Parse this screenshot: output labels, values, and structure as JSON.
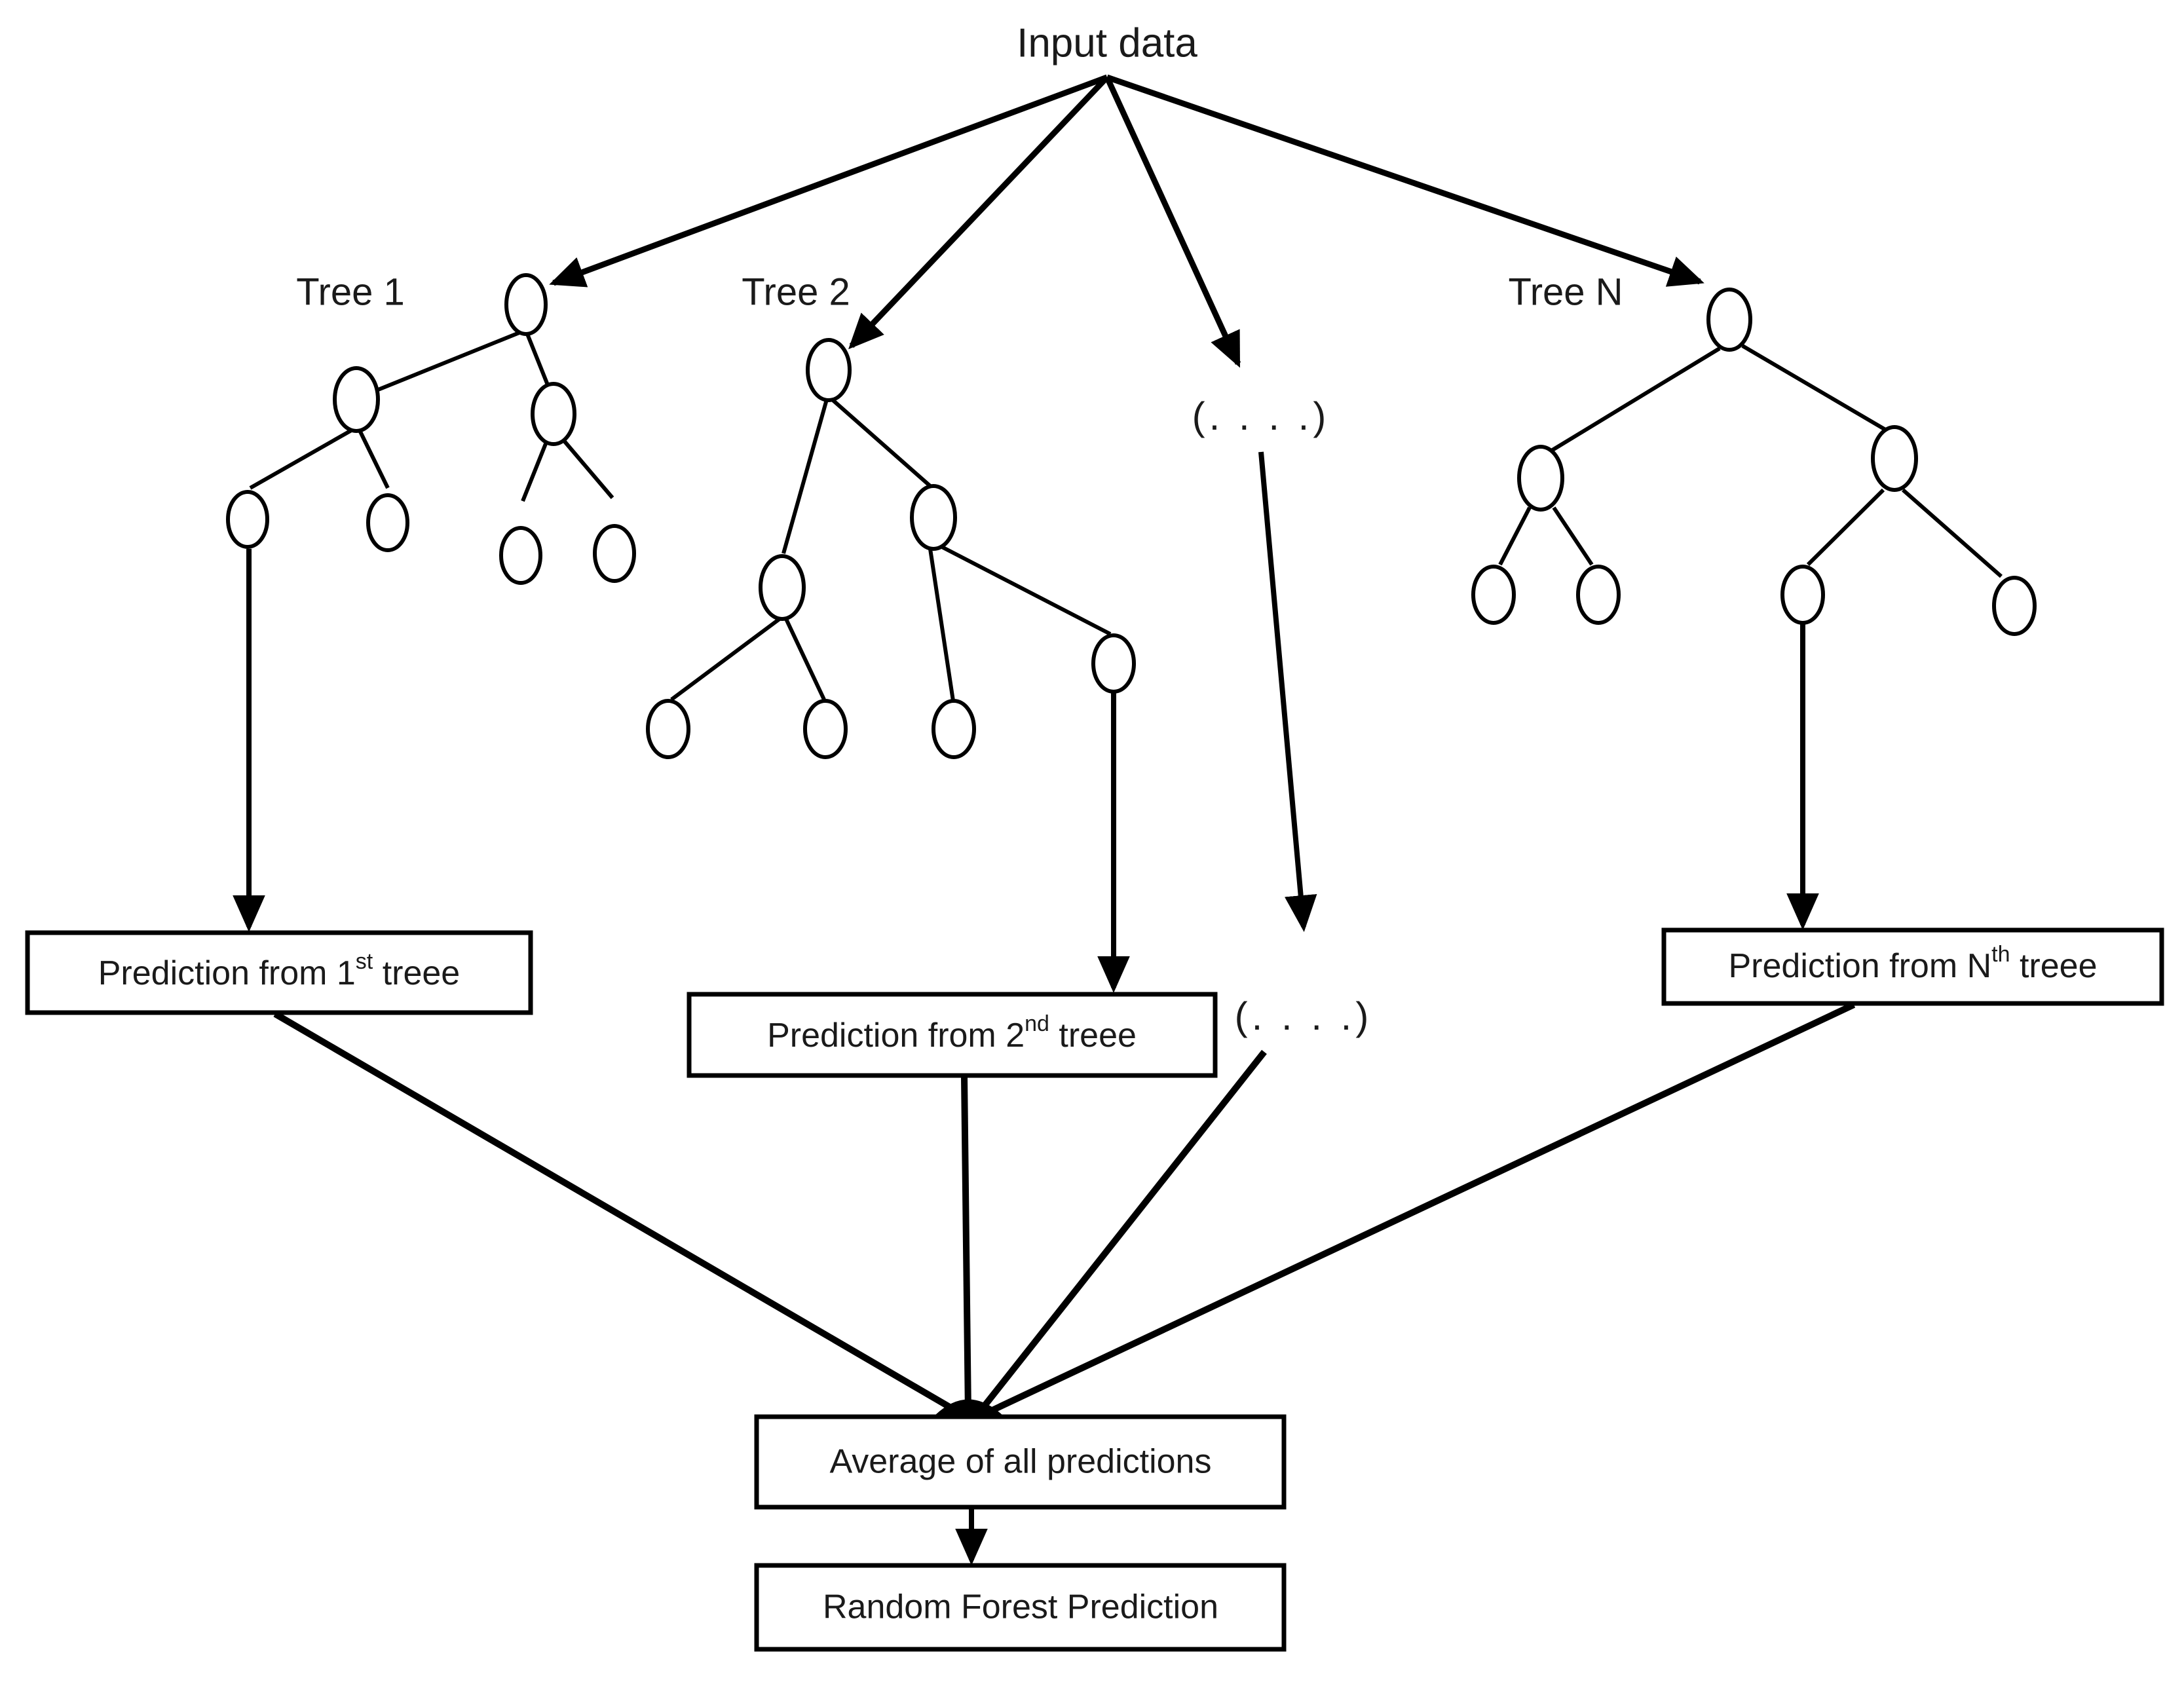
{
  "diagram": {
    "title": "Input data",
    "tree_labels": [
      {
        "name": "tree-1-label",
        "text": "Tree 1"
      },
      {
        "name": "tree-2-label",
        "text": "Tree 2"
      },
      {
        "name": "tree-n-label",
        "text": "Tree N"
      }
    ],
    "ellipsis_top": "(. . . .)",
    "ellipsis_bottom": "(. . . .)",
    "boxes": {
      "prediction_1": {
        "prefix": "Prediction from 1",
        "sup": "st",
        "suffix": " treee"
      },
      "prediction_2": {
        "prefix": "Prediction from 2",
        "sup": "nd",
        "suffix": " treee"
      },
      "prediction_n": {
        "prefix": "Prediction from N",
        "sup": "th",
        "suffix": " treee"
      },
      "average": "Average of all predictions",
      "final": "Random Forest Prediction"
    },
    "colors": {
      "stroke": "#000000",
      "fill": "#ffffff",
      "text": "#1a1a1a"
    }
  }
}
